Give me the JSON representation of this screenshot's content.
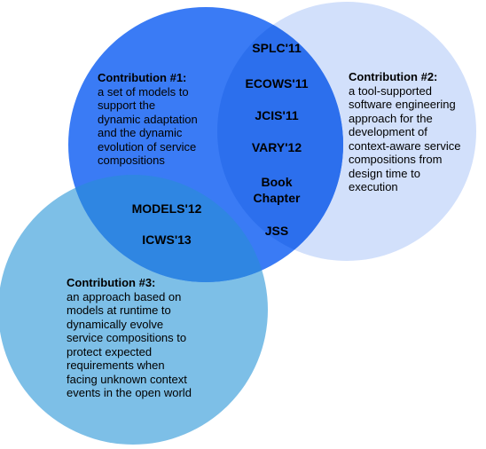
{
  "colors": {
    "circle1": "#3a7bf5",
    "circle2": "#d2e0fb",
    "circle3": "#7dbfe7",
    "overlap_1_2": "#2c6fed",
    "overlap_1_3": "#2f86e2",
    "overlap_all": "#276bdf"
  },
  "contribution1": {
    "title": "Contribution #1:",
    "lines": [
      "a set of models to",
      "support the",
      "dynamic adaptation",
      "and the dynamic",
      "evolution of service",
      "compositions"
    ]
  },
  "contribution2": {
    "title": "Contribution #2:",
    "lines": [
      "a tool-supported",
      "software engineering",
      "approach for the",
      "development of",
      "context-aware service",
      "compositions from",
      "design time to",
      "execution"
    ]
  },
  "contribution3": {
    "title": "Contribution #3:",
    "lines": [
      "an approach based on",
      "models at runtime to",
      "dynamically evolve",
      "service compositions to",
      "protect expected",
      "requirements when",
      "facing unknown context",
      "events in the open world"
    ]
  },
  "publications": {
    "overlap_1_2": [
      "SPLC'11",
      "ECOWS'11",
      "JCIS'11",
      "VARY'12",
      "Book",
      "Chapter",
      "JSS"
    ],
    "overlap_1_3": [
      "MODELS'12",
      "ICWS'13"
    ]
  }
}
